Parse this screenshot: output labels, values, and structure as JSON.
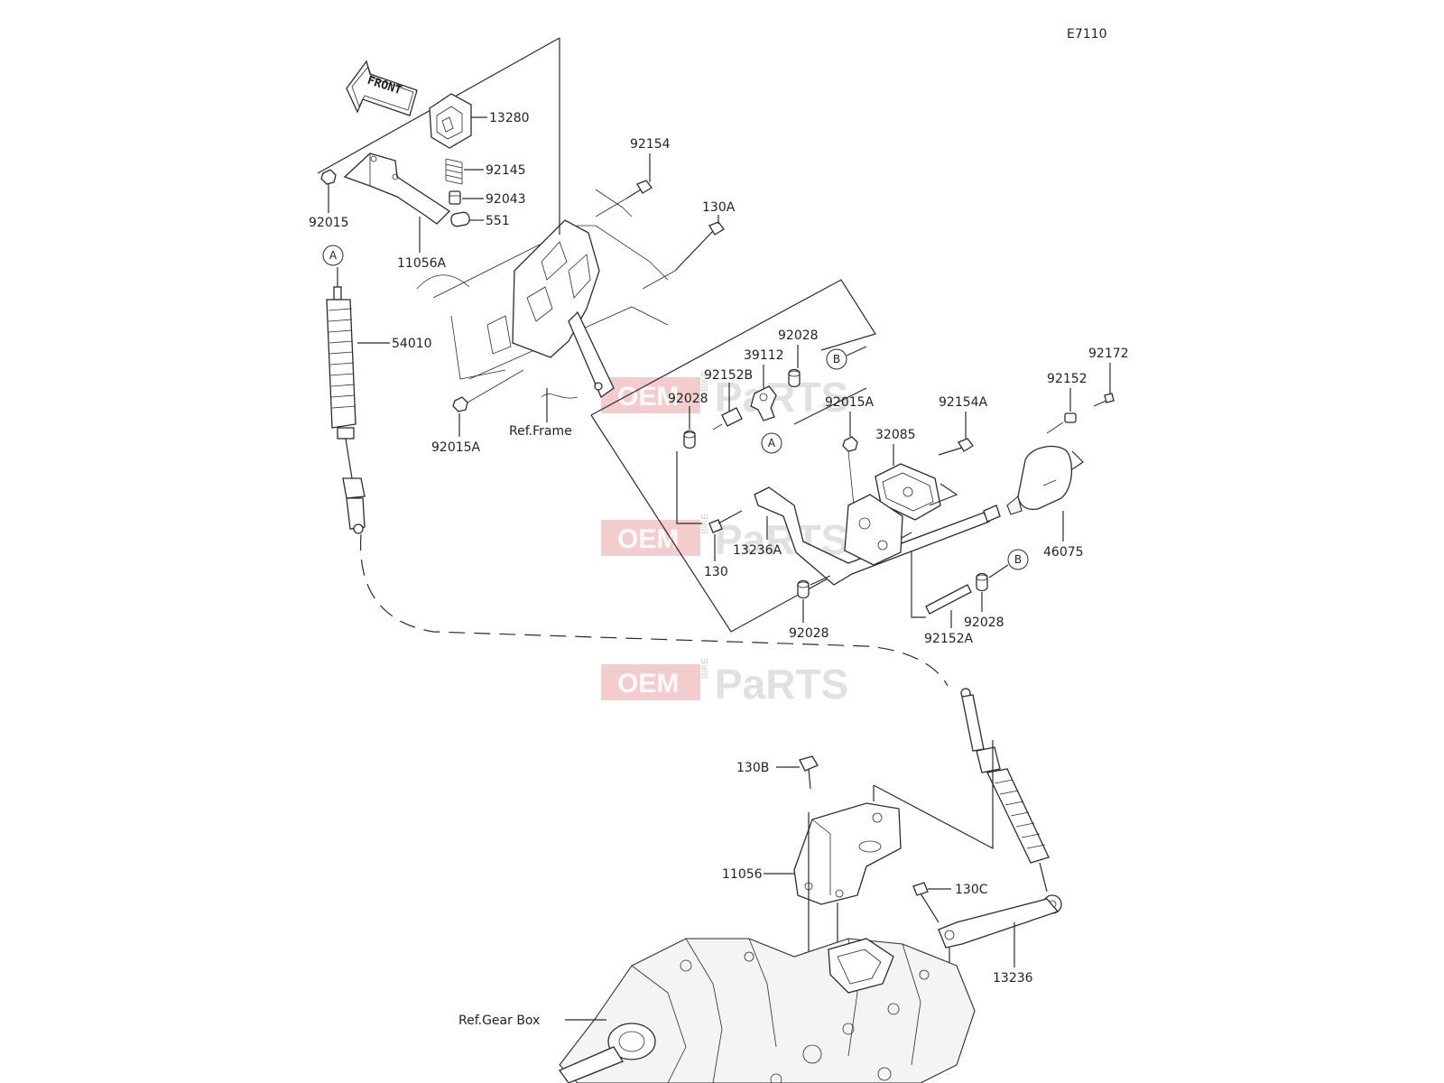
{
  "diagram": {
    "code": "E7110",
    "front_arrow": "FRONT",
    "parts": [
      "13280",
      "92145",
      "92043",
      "551",
      "92015",
      "11056A",
      "92154",
      "130A",
      "54010",
      "92015A",
      "Ref.Frame",
      "92028",
      "39112",
      "92152B",
      "92028",
      "92015A",
      "32085",
      "92154A",
      "92152",
      "92172",
      "46075",
      "130",
      "13236A",
      "92028",
      "92028",
      "92152A",
      "130B",
      "11056",
      "130C",
      "13236",
      "Ref.Gear Box"
    ],
    "callouts": [
      "A",
      "B",
      "A",
      "B"
    ]
  },
  "watermark": {
    "brand_left": "OEM",
    "brand_mid": "BIKE",
    "brand_right": "PaRTS",
    "count": 3
  },
  "colors": {
    "ink": "#2b2b2b",
    "watermark_red": "#e9a3a6",
    "watermark_gray": "#c9c9c9"
  }
}
